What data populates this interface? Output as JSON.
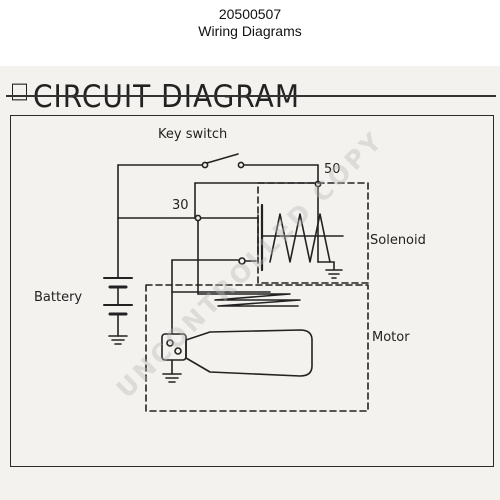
{
  "header": {
    "part_number": "20500507",
    "title": "Wiring Diagrams"
  },
  "diagram": {
    "heading": "CIRCUIT DIAGRAM",
    "labels": {
      "key_switch": "Key switch",
      "terminal_50": "50",
      "terminal_30": "30",
      "solenoid": "Solenoid",
      "battery": "Battery",
      "motor": "Motor"
    },
    "watermark": "UNCONTROLLED COPY"
  },
  "colors": {
    "ink": "#222222",
    "paper": "#f3f2ee",
    "watermark": "#b9b9b9"
  }
}
